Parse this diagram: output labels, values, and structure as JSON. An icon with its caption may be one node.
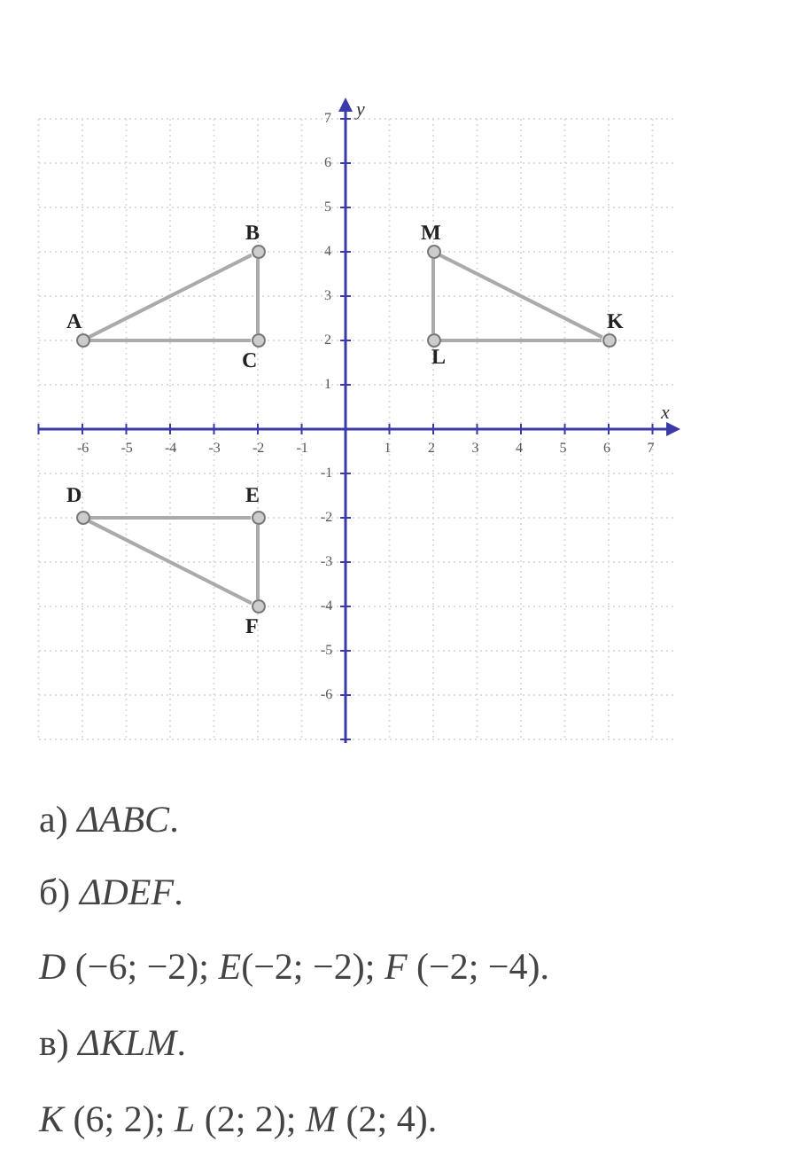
{
  "diagram": {
    "nodes": [
      {
        "text": [
          "A"
        ]
      },
      {
        "text": [
          "B"
        ]
      },
      {
        "text": [
          "C"
        ]
      },
      {
        "text": [
          "K"
        ]
      },
      {
        "text": [
          "L"
        ]
      },
      {
        "text": [
          "M"
        ]
      },
      {
        "text": [
          "D"
        ]
      },
      {
        "text": [
          "E"
        ]
      },
      {
        "text": [
          "F"
        ]
      }
    ],
    "edges": [
      {
        "from": 0,
        "to": 1,
        "arrow": "none"
      },
      {
        "from": 1,
        "to": 2,
        "arrow": "none"
      },
      {
        "from": 2,
        "to": 0,
        "arrow": "none"
      },
      {
        "from": 3,
        "to": 4,
        "arrow": "none"
      },
      {
        "from": 4,
        "to": 5,
        "arrow": "none"
      },
      {
        "from": 5,
        "to": 3,
        "arrow": "none"
      },
      {
        "from": 6,
        "to": 7,
        "arrow": "none"
      },
      {
        "from": 7,
        "to": 8,
        "arrow": "none"
      },
      {
        "from": 8,
        "to": 6,
        "arrow": "none"
      }
    ],
    "labels": [
      "7",
      "y",
      "6",
      "5",
      "4",
      "3",
      "2",
      "1",
      "x",
      "-6",
      "-5",
      "-4",
      "-3",
      "-2",
      "-1",
      "1",
      "2",
      "3",
      "4",
      "5",
      "6",
      "7",
      "-1",
      "-2",
      "-3",
      "-4",
      "-5",
      "-6",
      "а) *ΔABC*.",
      "б) *ΔDEF*.",
      "*D* (−6; −2);  *E*(−2; −2); *F* (−2; −4).",
      "в) *ΔKLM*.",
      "*K* (6; 2);  *L* (2; 2);  *M* (2; 4)."
    ]
  }
}
